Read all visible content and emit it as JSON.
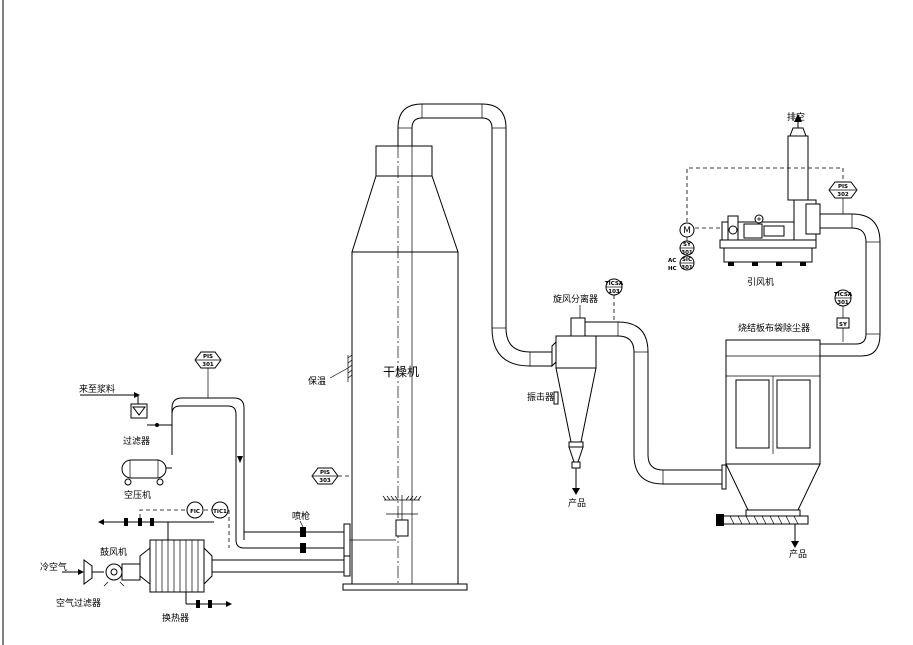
{
  "labels": {
    "dryer": "干燥机",
    "insulation": "保温",
    "nozzle": "喷枪",
    "feed": "来至浆料",
    "filter": "过滤器",
    "compressor": "空压机",
    "blower": "鼓风机",
    "cold_air": "冷空气",
    "air_filter": "空气过滤器",
    "heat_exchanger": "换热器",
    "cyclone": "旋风分离器",
    "rapper": "振击器",
    "product_cyclone": "产品",
    "bag_filter": "烧结板布袋除尘器",
    "product_bag": "产品",
    "exhaust": "排空",
    "fan": "引风机"
  },
  "instruments": {
    "pis_301": [
      "PIS",
      "301"
    ],
    "pis_303": [
      "PIS",
      "303"
    ],
    "pis_302": [
      "PIS",
      "302"
    ],
    "tic_103": [
      "TICSA",
      "103"
    ],
    "tic_301": [
      "TICSA",
      "301"
    ],
    "fic": "FIC",
    "tic": "TIC1",
    "motor": "M",
    "sy_left": [
      "SY",
      "301"
    ],
    "sy_right": "SY",
    "ac": "AC",
    "hc": "HC",
    "ac_tag": [
      "SIC",
      "301"
    ]
  }
}
